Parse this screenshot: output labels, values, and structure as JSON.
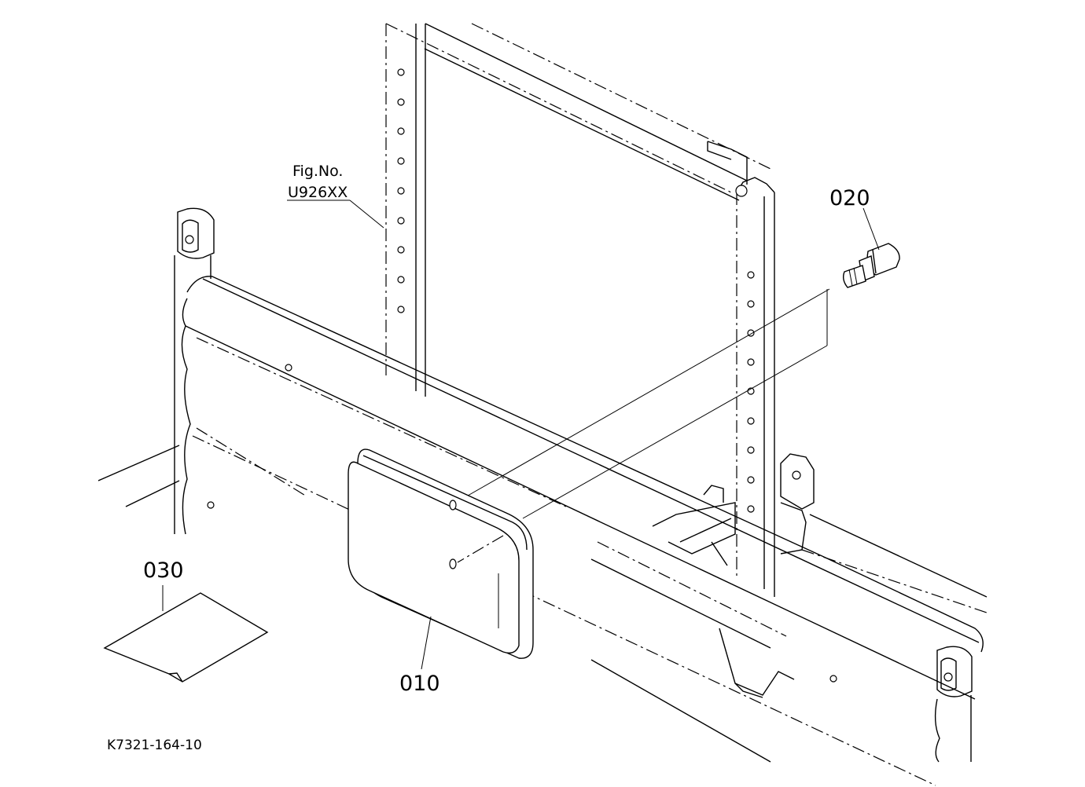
{
  "figure": {
    "fig_label_line1": "Fig.No.",
    "fig_label_line2": "U926XX",
    "drawing_code": "K7321-164-10"
  },
  "callouts": [
    {
      "id": "lamp",
      "label": "010"
    },
    {
      "id": "bolt",
      "label": "020"
    },
    {
      "id": "sheet",
      "label": "030"
    }
  ],
  "colors": {
    "line": "#000000",
    "background": "#ffffff"
  }
}
